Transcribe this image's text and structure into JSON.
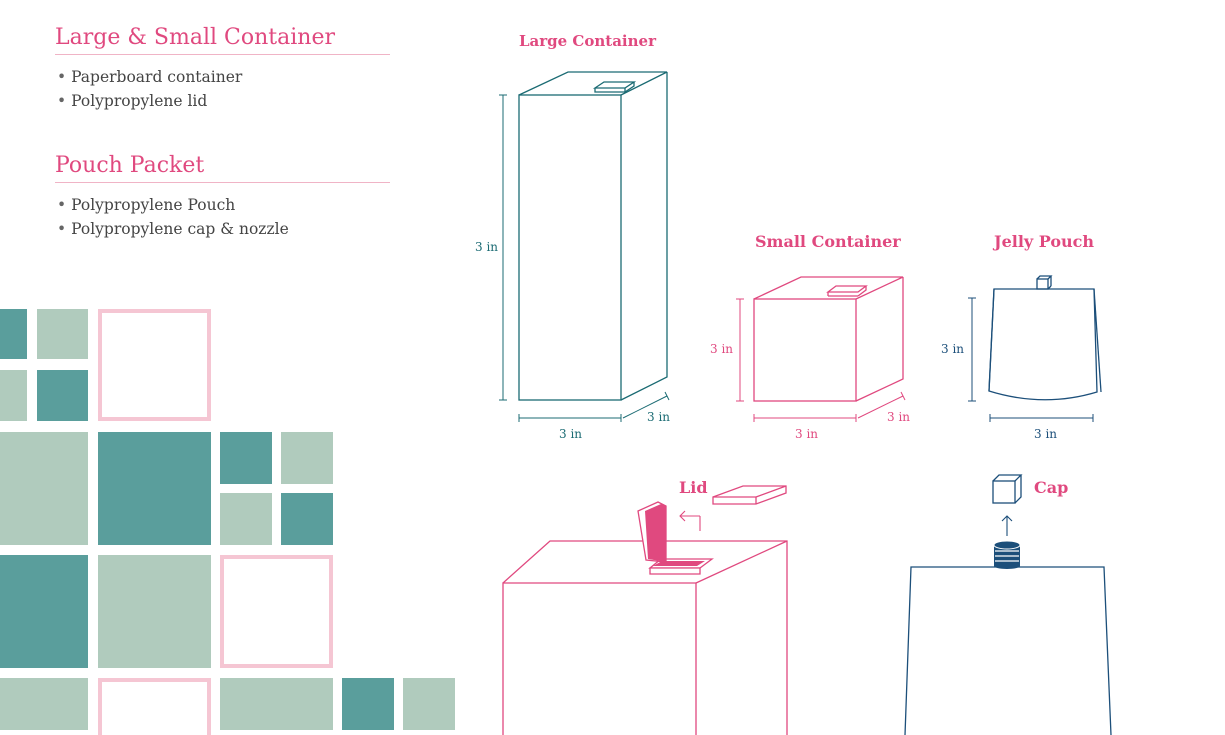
{
  "legend": {
    "section1": {
      "title": "Large & Small Container",
      "items": [
        "Paperboard container",
        "Polypropylene lid"
      ]
    },
    "section2": {
      "title": "Pouch Packet",
      "items": [
        "Polypropylene Pouch",
        "Polypropylene cap & nozzle"
      ]
    }
  },
  "diagrams": {
    "large_container": {
      "title": "Large Container",
      "height": "3 in",
      "width": "3 in",
      "depth": "3 in"
    },
    "small_container": {
      "title": "Small Container",
      "height": "3 in",
      "width": "3 in",
      "depth": "3 in"
    },
    "jelly_pouch": {
      "title": "Jelly Pouch",
      "height": "3 in",
      "width": "3 in"
    },
    "lid_detail": {
      "label": "Lid"
    },
    "cap_detail": {
      "label": "Cap"
    }
  },
  "colors": {
    "teal": "#1b6b73",
    "pink": "#e0497f",
    "navy": "#1c4f7a",
    "tile_dark": "#5a9e9c",
    "tile_light": "#b0cbbd",
    "tile_outline": "#f5c6d3"
  },
  "icons": [
    "arrow-left-icon",
    "arrow-up-icon"
  ]
}
